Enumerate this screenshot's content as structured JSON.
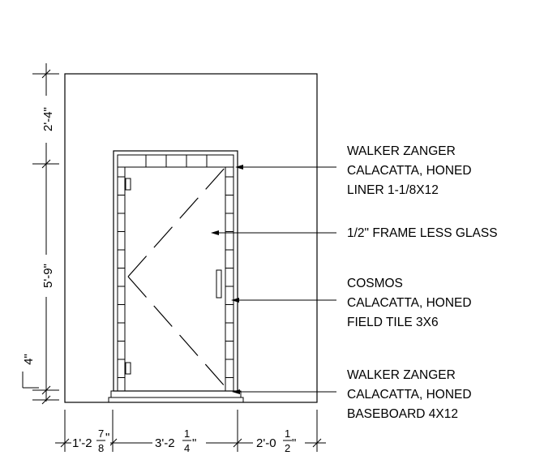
{
  "dimensions": {
    "vertical": {
      "top": "2'-4\"",
      "middle": "5'-9\"",
      "bottom": "4\""
    },
    "horizontal": {
      "left_whole": "1'-2",
      "left_num": "7",
      "left_den": "8",
      "left_unit": "\"",
      "center_whole": "3'-2",
      "center_num": "1",
      "center_den": "4",
      "center_unit": "\"",
      "right_whole": "2'-0",
      "right_num": "1",
      "right_den": "2",
      "right_unit": "\""
    }
  },
  "callouts": {
    "liner": {
      "line1": "WALKER ZANGER",
      "line2": "CALACATTA, HONED",
      "line3": "LINER 1-1/8X12"
    },
    "glass": {
      "line1": "1/2\" FRAME LESS GLASS"
    },
    "field_tile": {
      "line1": "COSMOS",
      "line2": "CALACATTA, HONED",
      "line3": "FIELD TILE 3X6"
    },
    "baseboard": {
      "line1": "WALKER ZANGER",
      "line2": "CALACATTA, HONED",
      "line3": "BASEBOARD 4X12"
    }
  }
}
